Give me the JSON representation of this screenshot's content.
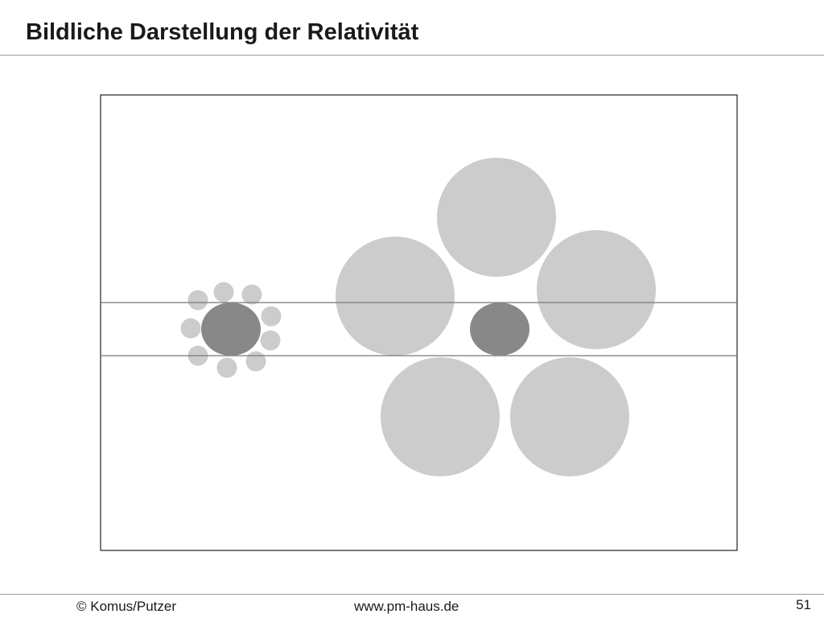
{
  "slide": {
    "title": "Bildliche Darstellung der Relativität"
  },
  "footer": {
    "copyright": "© Komus/Putzer",
    "website": "www.pm-haus.de",
    "page_number": "51"
  },
  "colors": {
    "center_circle": "#888888",
    "surround_circle": "#cccccc",
    "frame": "#333333",
    "guide_line": "#777777",
    "rule": "#9a9a9a"
  }
}
